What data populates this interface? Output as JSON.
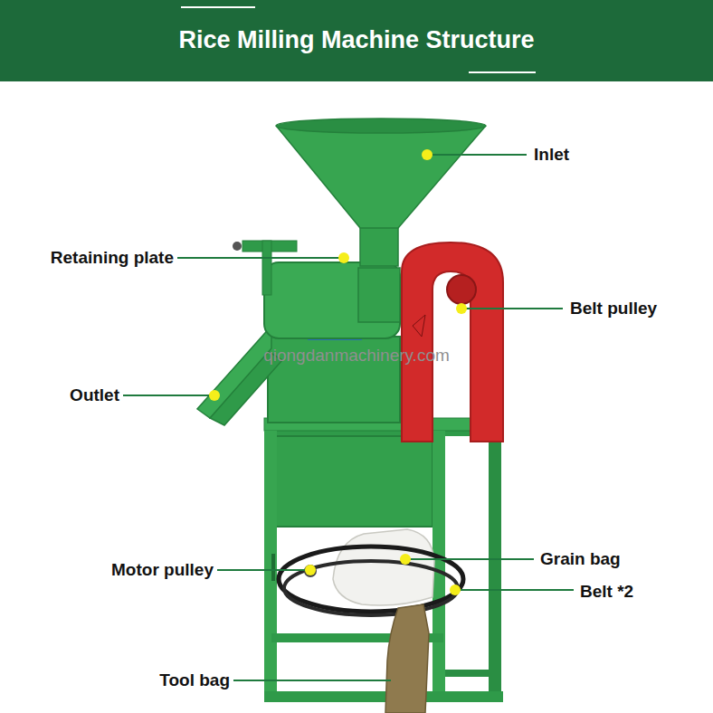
{
  "diagram": {
    "title": "Rice Milling Machine Structure",
    "labels": [
      "Inlet",
      "Retaining plate",
      "Belt pulley",
      "Outlet",
      "Motor pulley",
      "Grain bag",
      "Belt *2",
      "Tool bag",
      "qiongdanmachinery.com"
    ]
  }
}
